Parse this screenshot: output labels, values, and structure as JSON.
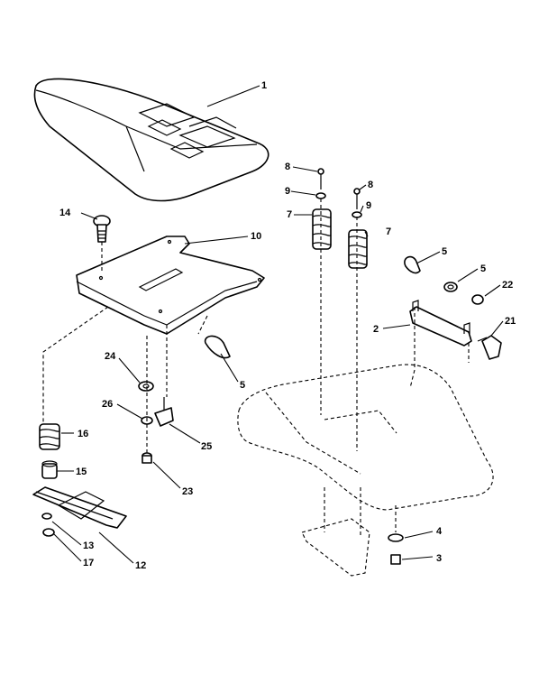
{
  "diagram": {
    "callouts": {
      "c1": "1",
      "c8a": "8",
      "c8b": "8",
      "c9a": "9",
      "c9b": "9",
      "c7a": "7",
      "c7b": "7",
      "c14": "14",
      "c10": "10",
      "c5a": "5",
      "c5b": "5",
      "c22": "22",
      "c2": "2",
      "c21": "21",
      "c24": "24",
      "c5c": "5",
      "c26": "26",
      "c25": "25",
      "c16": "16",
      "c15": "15",
      "c23": "23",
      "c4": "4",
      "c3": "3",
      "c13": "13",
      "c17": "17",
      "c12": "12"
    }
  }
}
